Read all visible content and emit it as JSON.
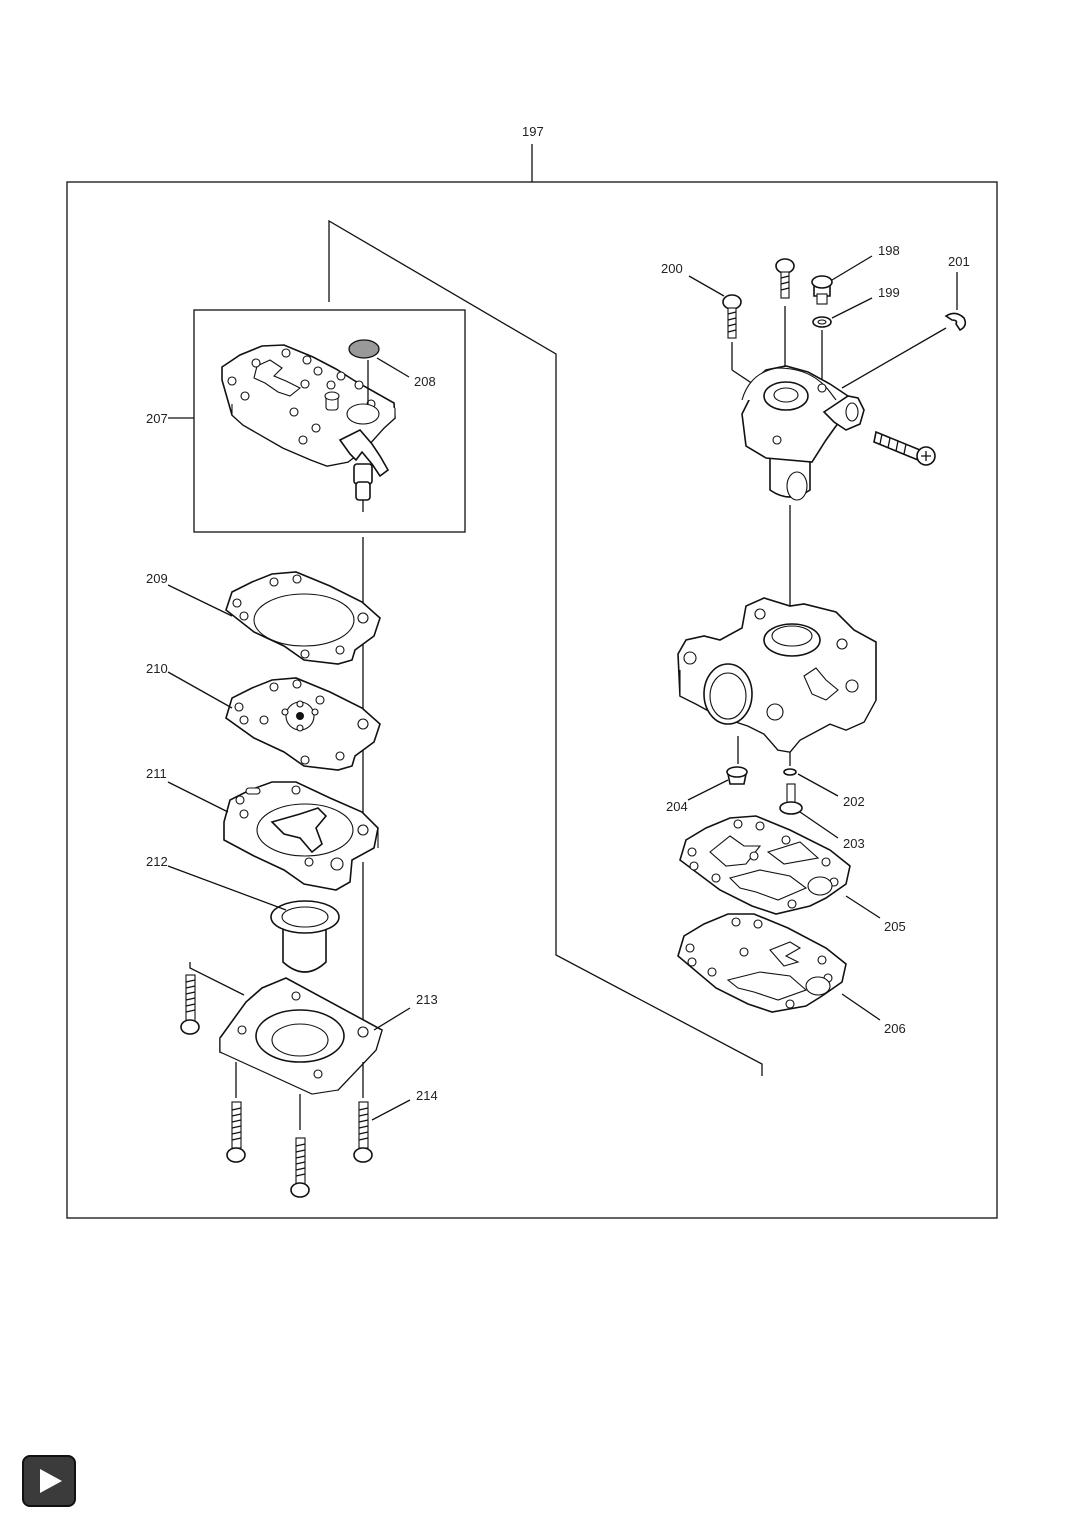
{
  "callouts": {
    "c197": "197",
    "c198": "198",
    "c199": "199",
    "c200": "200",
    "c201": "201",
    "c202": "202",
    "c203": "203",
    "c204": "204",
    "c205": "205",
    "c206": "206",
    "c207": "207",
    "c208": "208",
    "c209": "209",
    "c210": "210",
    "c211": "211",
    "c212": "212",
    "c213": "213",
    "c214": "214"
  },
  "nav": {
    "next_icon": "play-icon"
  }
}
